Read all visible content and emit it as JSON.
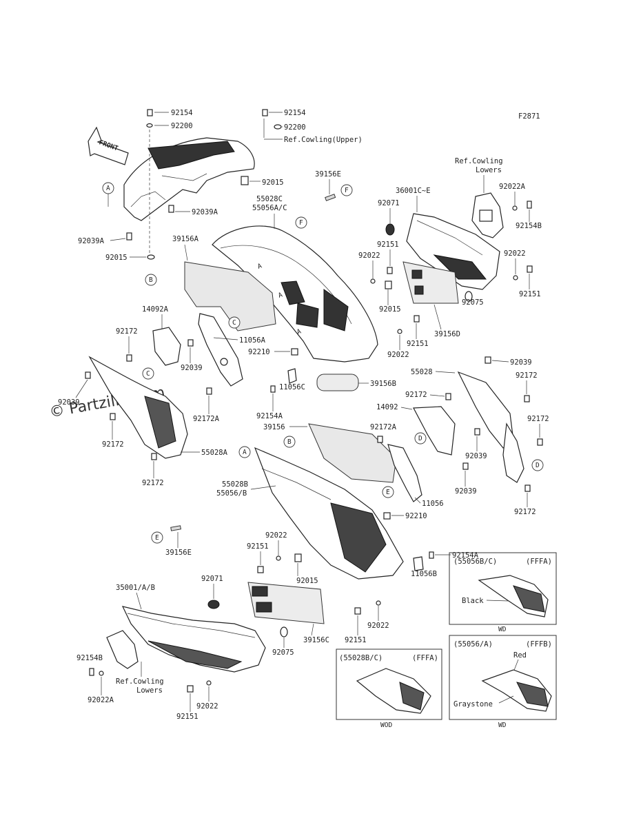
{
  "figure_code": "F2871",
  "watermark": "© Partzilla.com",
  "front_arrow": "FRONT",
  "callouts": {
    "a": "A",
    "b": "B",
    "c": "C",
    "d": "D",
    "e": "E",
    "f": "F"
  },
  "labels": {
    "p92154_top_left": "92154",
    "p92200_top_left": "92200",
    "p92154_top_mid": "92154",
    "p92200_top_mid": "92200",
    "ref_cowling_upper": "Ref.Cowling(Upper)",
    "p92015_top": "92015",
    "p39156E_top": "39156E",
    "p92039A_right": "92039A",
    "p92039A_left": "92039A",
    "p92015_left": "92015",
    "p55028C": "55028C",
    "p55056AC": "55056A/C",
    "p39156A": "39156A",
    "p36001CE": "36001C~E",
    "ref_cowling_lowers_1a": "Ref.Cowling",
    "ref_cowling_lowers_1b": "Lowers",
    "p92022A_top": "92022A",
    "p92154B_top": "92154B",
    "p92071_top": "92071",
    "p92151_mid": "92151",
    "p92022_mid": "92022",
    "p92022_right": "92022",
    "p92151_right": "92151",
    "p92015_mid": "92015",
    "p92075_top": "92075",
    "p39156D": "39156D",
    "p92151_mid2": "92151",
    "p92022_mid2": "92022",
    "p14092A": "14092A",
    "p92172_left": "92172",
    "p11056A": "11056A",
    "p92039_mid": "92039",
    "p92210_top": "92210",
    "p92039_right_top": "92039",
    "p55028": "55028",
    "p92172_right_top": "92172",
    "p39156B": "39156B",
    "p92039_left": "92039",
    "p92172A_mid": "92172A",
    "p92154A_mid": "92154A",
    "p11056C": "11056C",
    "p14092": "14092",
    "p92172_right_mid": "92172",
    "p92172_left2": "92172",
    "p39156": "39156",
    "p92172A_right": "92172A",
    "p92172_right2": "92172",
    "p55028A": "55028A",
    "p92039_right_mid": "92039",
    "p92172_left3": "92172",
    "p55028B": "55028B",
    "p55056B": "55056/B",
    "p92039_right_low": "92039",
    "p11056": "11056",
    "p92172_right_low": "92172",
    "p92210_low": "92210",
    "p39156E_low": "39156E",
    "p92022_low": "92022",
    "p92154A_low": "92154A",
    "p92151_low": "92151",
    "p92015_low": "92015",
    "p11056B": "11056B",
    "p35001AB": "35001/A/B",
    "p92071_low": "92071",
    "p92151_low2": "92151",
    "p92022_low2": "92022",
    "p39156C": "39156C",
    "p92075_low": "92075",
    "p92154B_low": "92154B",
    "p92022A_low": "92022A",
    "ref_cowling_lowers_2a": "Ref.Cowling",
    "ref_cowling_lowers_2b": "Lowers",
    "p92022_bottom": "92022",
    "p92151_bottom": "92151"
  },
  "insets": [
    {
      "code": "(55056B/C)",
      "variant": "(FFFA)",
      "color": "Black",
      "market": "WD"
    },
    {
      "code": "(55028B/C)",
      "variant": "(FFFA)",
      "market": "WOD"
    },
    {
      "code": "(55056/A)",
      "variant": "(FFFB)",
      "color_top": "Red",
      "color_bottom": "Graystone",
      "market": "WD"
    }
  ]
}
